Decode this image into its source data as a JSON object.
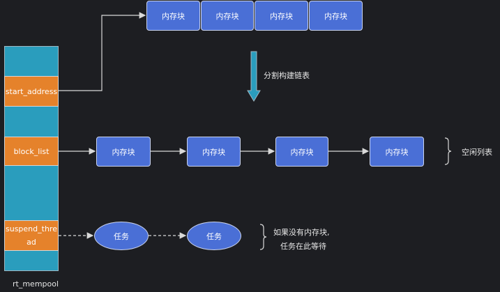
{
  "pool": {
    "name": "rt_mempool",
    "fields": {
      "start_address": "start_address",
      "block_list": "block_list",
      "suspend_thread_line1": "suspend_thre",
      "suspend_thread_line2": "ad"
    }
  },
  "memory_block_label": "内存块",
  "task_label": "任务",
  "annotations": {
    "split": "分割构建链表",
    "free_list": "空闲列表",
    "wait_line1": "如果没有内存块,",
    "wait_line2": "任务在此等待"
  },
  "colors": {
    "background": "#1d1e22",
    "pool": "#2a9dbd",
    "field": "#e5822b",
    "block": "#4a6fd6",
    "down_arrow": "#2a9dbd"
  }
}
